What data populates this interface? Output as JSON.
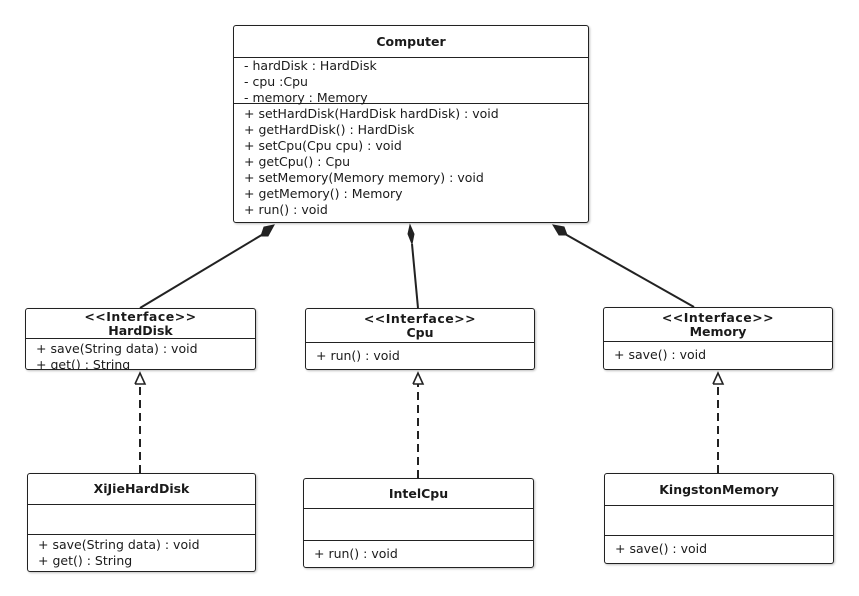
{
  "computer": {
    "name": "Computer",
    "attributes": [
      "- hardDisk : HardDisk",
      "- cpu :Cpu",
      "- memory : Memory"
    ],
    "methods": [
      "+ setHardDisk(HardDisk hardDisk) : void",
      "+ getHardDisk() : HardDisk",
      "+ setCpu(Cpu cpu) : void",
      "+ getCpu() : Cpu",
      "+ setMemory(Memory memory) : void",
      "+ getMemory() : Memory",
      "+ run() : void"
    ]
  },
  "interfaces": [
    {
      "stereotype": "<<Interface>>",
      "name": "HardDisk",
      "methods": [
        "+ save(String data) : void",
        "+ get() : String"
      ]
    },
    {
      "stereotype": "<<Interface>>",
      "name": "Cpu",
      "methods": [
        "+ run() : void"
      ]
    },
    {
      "stereotype": "<<Interface>>",
      "name": "Memory",
      "methods": [
        "+ save() : void"
      ]
    }
  ],
  "implementations": [
    {
      "name": "XiJieHardDisk",
      "methods": [
        "+ save(String data) : void",
        "+ get() : String"
      ]
    },
    {
      "name": "IntelCpu",
      "methods": [
        "+ run() : void"
      ]
    },
    {
      "name": "KingstonMemory",
      "methods": [
        "+ save() : void"
      ]
    }
  ],
  "colors": {
    "line": "#222222",
    "background": "#ffffff"
  }
}
